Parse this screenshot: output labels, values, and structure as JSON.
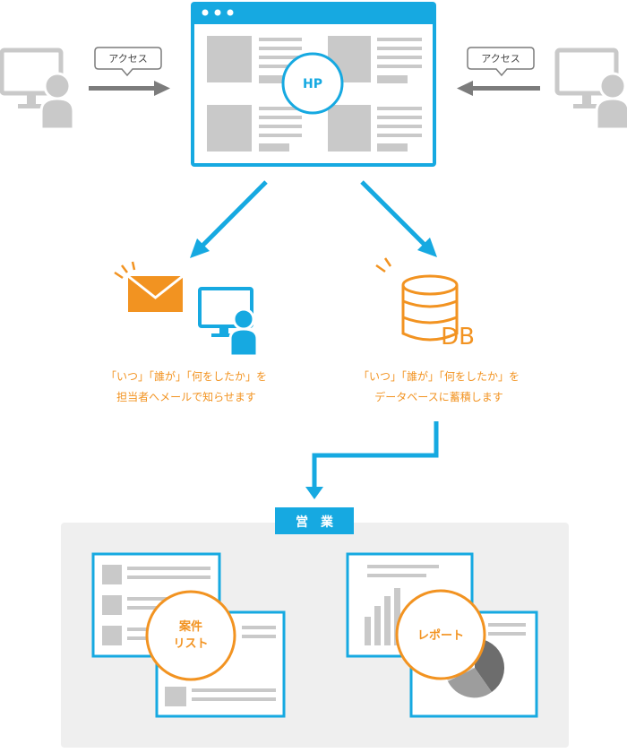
{
  "colors": {
    "accent_blue": "#16a9e1",
    "accent_orange": "#f29321",
    "gray": "#c9c9c9",
    "gray_dark": "#7c7c7c",
    "panel": "#efefef"
  },
  "visitors": {
    "left": {
      "bubble": "アクセス",
      "icon": "computer-user-icon"
    },
    "right": {
      "bubble": "アクセス",
      "icon": "computer-user-icon"
    }
  },
  "website": {
    "badge": "HP",
    "icon": "browser-window-icon"
  },
  "mail_branch": {
    "icon": "mail-envelope-icon",
    "caption_line1": "「いつ」「誰が」「何をしたか」を",
    "caption_line2": "担当者へメールで知らせます"
  },
  "db_branch": {
    "icon": "database-icon",
    "db_label": "DB",
    "caption_line1": "「いつ」「誰が」「何をしたか」を",
    "caption_line2": "データベースに蓄積します"
  },
  "sales": {
    "label": "営　業",
    "cards": [
      {
        "line1": "案件",
        "line2": "リスト",
        "icon": "document-list-icon"
      },
      {
        "label": "レポート",
        "icon": "report-chart-icon"
      }
    ]
  }
}
